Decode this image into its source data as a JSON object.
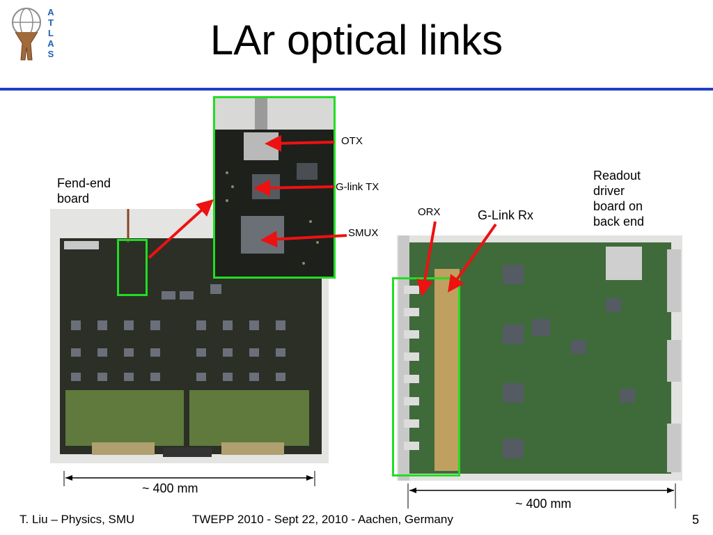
{
  "slide": {
    "title": "LAr optical links",
    "logo_letters": [
      "A",
      "T",
      "L",
      "A",
      "S"
    ],
    "labels": {
      "otx": "OTX",
      "glink_tx": "G-link TX",
      "smux": "SMUX",
      "orx": "ORX",
      "glink_rx": "G-Link Rx",
      "front_end_line1": "Fend-end",
      "front_end_line2": "board",
      "readout_line1": "Readout",
      "readout_line2": "driver",
      "readout_line3": "board on",
      "readout_line4": "back end"
    },
    "dimensions": {
      "left": "~ 400 mm",
      "right": "~ 400 mm"
    },
    "footer": {
      "author": "T. Liu – Physics, SMU",
      "conference": "TWEPP 2010 - Sept 22, 2010 - Aachen, Germany",
      "page": "5"
    },
    "colors": {
      "accent_rule": "#1f3fbf",
      "highlight_box": "#22dd22",
      "arrow": "#ee1111"
    }
  }
}
